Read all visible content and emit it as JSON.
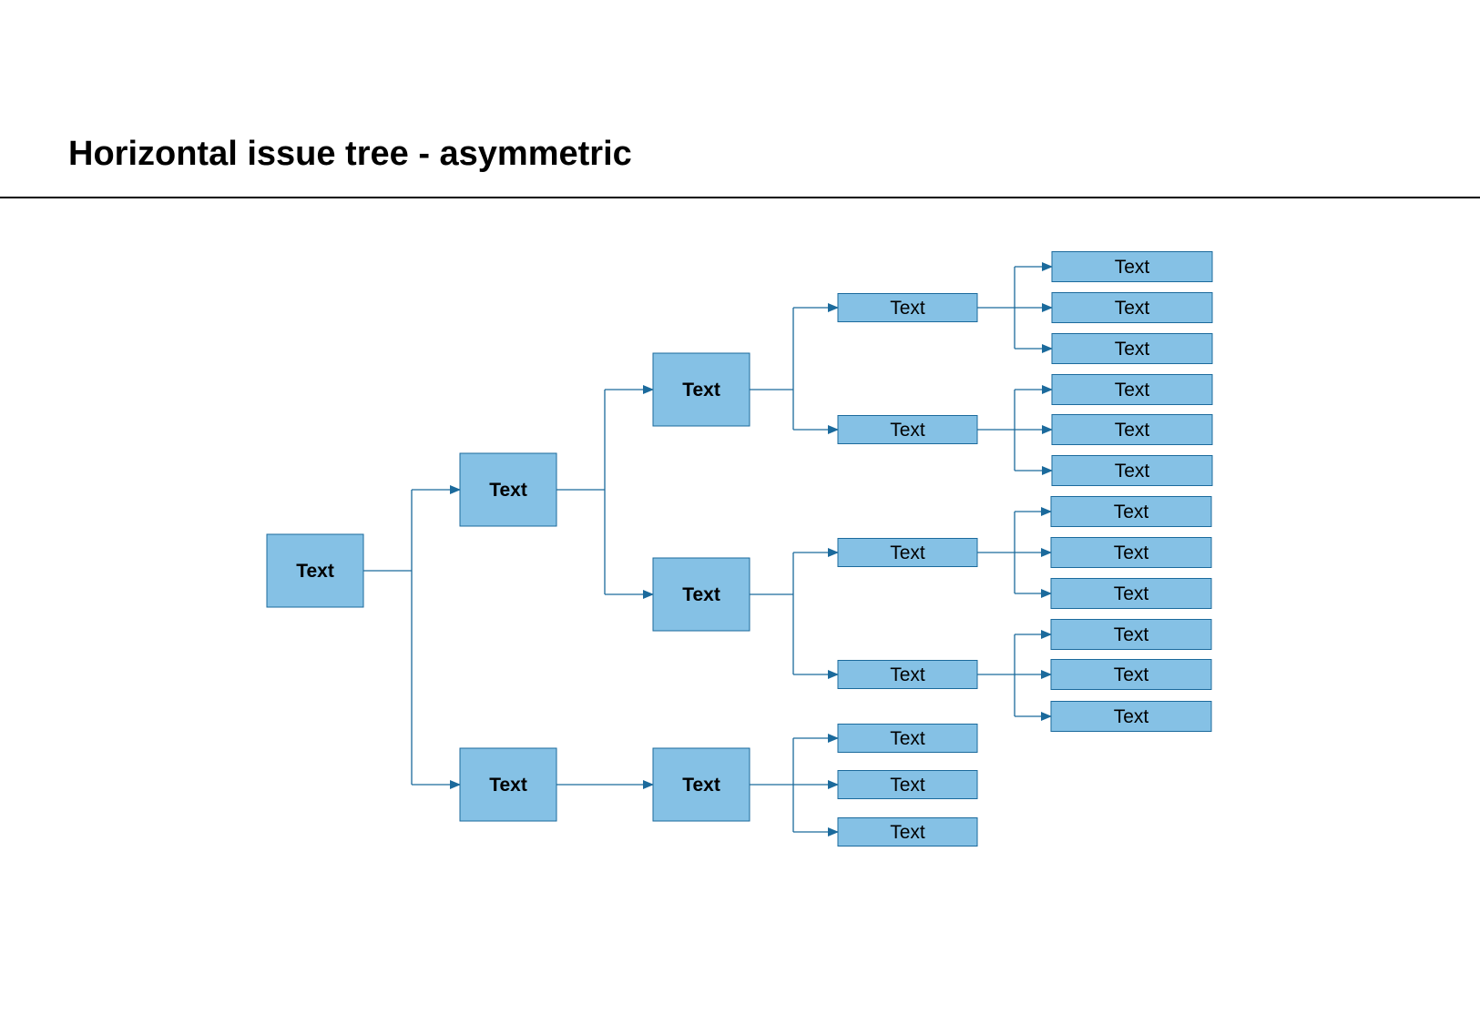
{
  "title": "Horizontal issue tree - asymmetric",
  "colors": {
    "node_fill": "#85c1e5",
    "node_stroke": "#1b6a9c",
    "connector": "#1b6a9c",
    "rule": "#000000"
  },
  "tree": {
    "root": {
      "label": "Text",
      "children": [
        {
          "label": "Text",
          "children": [
            {
              "label": "Text",
              "children": [
                {
                  "label": "Text",
                  "children": [
                    {
                      "label": "Text"
                    },
                    {
                      "label": "Text"
                    },
                    {
                      "label": "Text"
                    }
                  ]
                },
                {
                  "label": "Text",
                  "children": [
                    {
                      "label": "Text"
                    },
                    {
                      "label": "Text"
                    },
                    {
                      "label": "Text"
                    }
                  ]
                }
              ]
            },
            {
              "label": "Text",
              "children": [
                {
                  "label": "Text",
                  "children": [
                    {
                      "label": "Text"
                    },
                    {
                      "label": "Text"
                    },
                    {
                      "label": "Text"
                    }
                  ]
                },
                {
                  "label": "Text",
                  "children": [
                    {
                      "label": "Text"
                    },
                    {
                      "label": "Text"
                    },
                    {
                      "label": "Text"
                    }
                  ]
                }
              ]
            }
          ]
        },
        {
          "label": "Text",
          "children": [
            {
              "label": "Text",
              "children": [
                {
                  "label": "Text"
                },
                {
                  "label": "Text"
                },
                {
                  "label": "Text"
                }
              ]
            }
          ]
        }
      ]
    }
  }
}
